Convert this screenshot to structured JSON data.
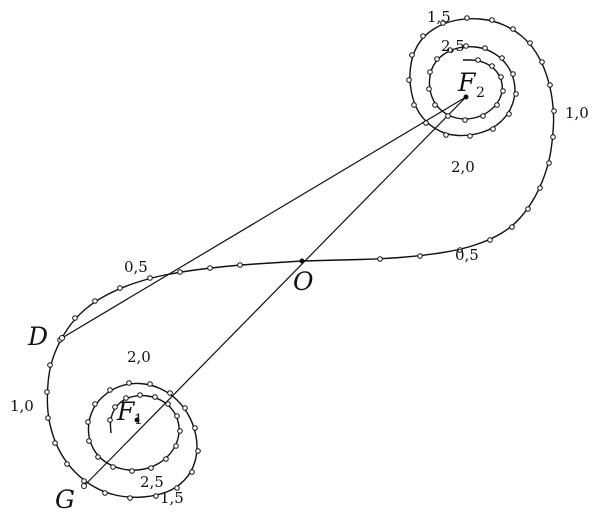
{
  "points": {
    "origin": "O",
    "D": "D",
    "G": "G",
    "F1": {
      "letter": "F",
      "sub": "1"
    },
    "F2": {
      "letter": "F",
      "sub": "2"
    }
  },
  "parameter_labels": {
    "upper_2_5": "2,5",
    "upper_1_5": "1,5",
    "upper_1_0": "1,0",
    "upper_2_0": "2,0",
    "upper_0_5": "0,5",
    "lower_0_5": "0,5",
    "lower_1_0": "1,0",
    "lower_2_0": "2,0",
    "lower_2_5": "2,5",
    "lower_1_5": "1,5"
  }
}
